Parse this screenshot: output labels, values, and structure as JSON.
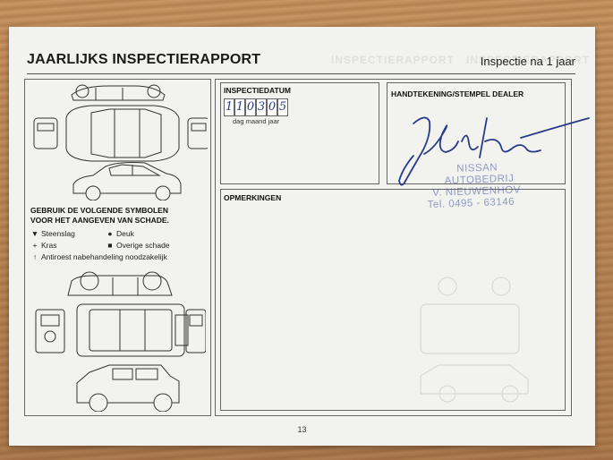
{
  "header": {
    "title": "JAARLIJKS INSPECTIERAPPORT",
    "subtitle": "Inspectie na 1 jaar"
  },
  "legend": {
    "heading_line1": "GEBRUIK DE VOLGENDE SYMBOLEN",
    "heading_line2": "VOOR HET AANGEVEN VAN SCHADE.",
    "items": [
      {
        "symbol": "▼",
        "label": "Steenslag"
      },
      {
        "symbol": "●",
        "label": "Deuk"
      },
      {
        "symbol": "+",
        "label": "Kras"
      },
      {
        "symbol": "■",
        "label": "Overige schade"
      },
      {
        "symbol": "↑",
        "label": "Antiroest nabehandeling noodzakelijk"
      }
    ]
  },
  "inspection": {
    "date_label": "INSPECTIEDATUM",
    "date_digits": [
      "1",
      "1",
      "0",
      "3",
      "0",
      "5"
    ],
    "date_hint": "dag maand jaar"
  },
  "signature": {
    "label": "HANDTEKENING/STEMPEL DEALER",
    "stamp_lines": [
      "NISSAN",
      "AUTOBEDRIJ",
      "V. NIEUWENHOV",
      "Tel. 0495 - 63146"
    ]
  },
  "remarks": {
    "label": "OPMERKINGEN"
  },
  "footer": {
    "page_number": "13"
  },
  "colors": {
    "ink_blue": "#283a8a",
    "stamp_blue": "#3c50a0",
    "paper": "#f2f2ee"
  }
}
